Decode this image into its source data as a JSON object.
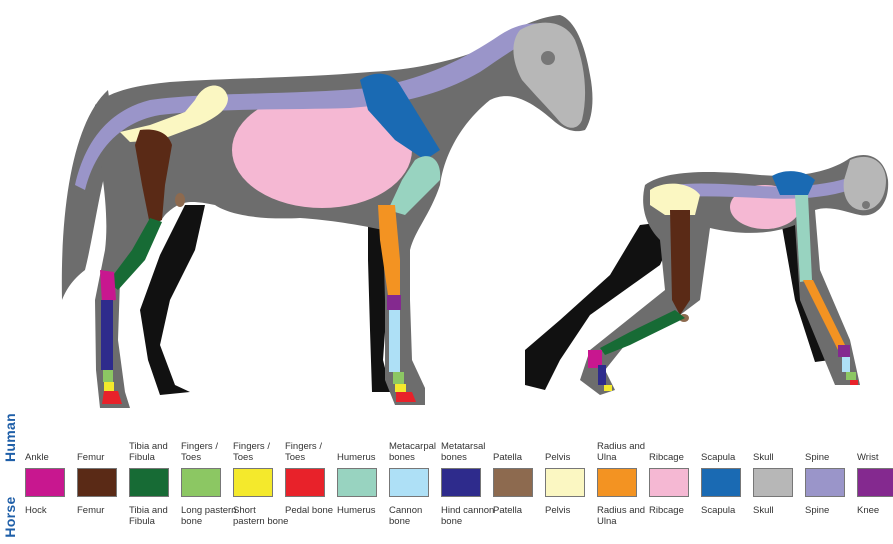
{
  "labels": {
    "human": "Human",
    "horse": "Horse"
  },
  "legend": [
    {
      "human": "Ankle",
      "horse": "Hock",
      "color": "#c8178f"
    },
    {
      "human": "Femur",
      "horse": "Femur",
      "color": "#5a2a16"
    },
    {
      "human": "Tibia and Fibula",
      "horse": "Tibia and Fibula",
      "color": "#176b35"
    },
    {
      "human": "Fingers / Toes",
      "horse": "Long pastern bone",
      "color": "#8cc763"
    },
    {
      "human": "Fingers / Toes",
      "horse": "Short pastern bone",
      "color": "#f4e92c"
    },
    {
      "human": "Fingers / Toes",
      "horse": "Pedal bone",
      "color": "#e8222a"
    },
    {
      "human": "Humerus",
      "horse": "Humerus",
      "color": "#98d3c0"
    },
    {
      "human": "Metacarpal bones",
      "horse": "Cannon bone",
      "color": "#aee0f6"
    },
    {
      "human": "Metatarsal bones",
      "horse": "Hind cannon bone",
      "color": "#2e2b8c"
    },
    {
      "human": "Patella",
      "horse": "Patella",
      "color": "#8d6a4f"
    },
    {
      "human": "Pelvis",
      "horse": "Pelvis",
      "color": "#fbf7c2"
    },
    {
      "human": "Radius and Ulna",
      "horse": "Radius and Ulna",
      "color": "#f39322"
    },
    {
      "human": "Ribcage",
      "horse": "Ribcage",
      "color": "#f5b8d3"
    },
    {
      "human": "Scapula",
      "horse": "Scapula",
      "color": "#1a6ab3"
    },
    {
      "human": "Skull",
      "horse": "Skull",
      "color": "#b7b7b7"
    },
    {
      "human": "Spine",
      "horse": "Spine",
      "color": "#9a95c9"
    },
    {
      "human": "Wrist",
      "horse": "Knee",
      "color": "#84298f"
    }
  ]
}
